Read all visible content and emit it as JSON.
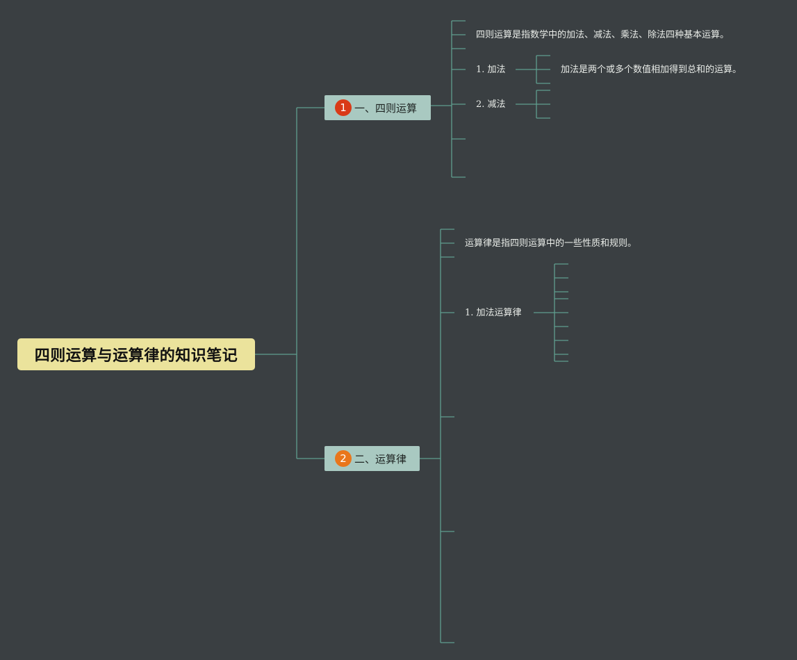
{
  "colors": {
    "background": "#3a3f42",
    "root_fill": "#ebe39c",
    "topic_fill": "#a9c9c1",
    "connector": "#5f9e8e",
    "badge_1": "#d93a17",
    "badge_2": "#e9761b"
  },
  "root": {
    "title": "四则运算与运算律的知识笔记"
  },
  "topics": [
    {
      "marker": "1",
      "label": "一、四则运算"
    },
    {
      "marker": "2",
      "label": "二、运算律"
    }
  ],
  "branch1": {
    "definition": "四则运算是指数学中的加法、减法、乘法、除法四种基本运算。",
    "addition": {
      "number": "1.",
      "label": "加法",
      "definition": "加法是两个或多个数值相加得到总和的运算。"
    },
    "subtraction": {
      "number": "2.",
      "label": "减法"
    }
  },
  "branch2": {
    "definition": "运算律是指四则运算中的一些性质和规则。",
    "addition_laws": {
      "number": "1.",
      "label": "加法运算律"
    }
  }
}
